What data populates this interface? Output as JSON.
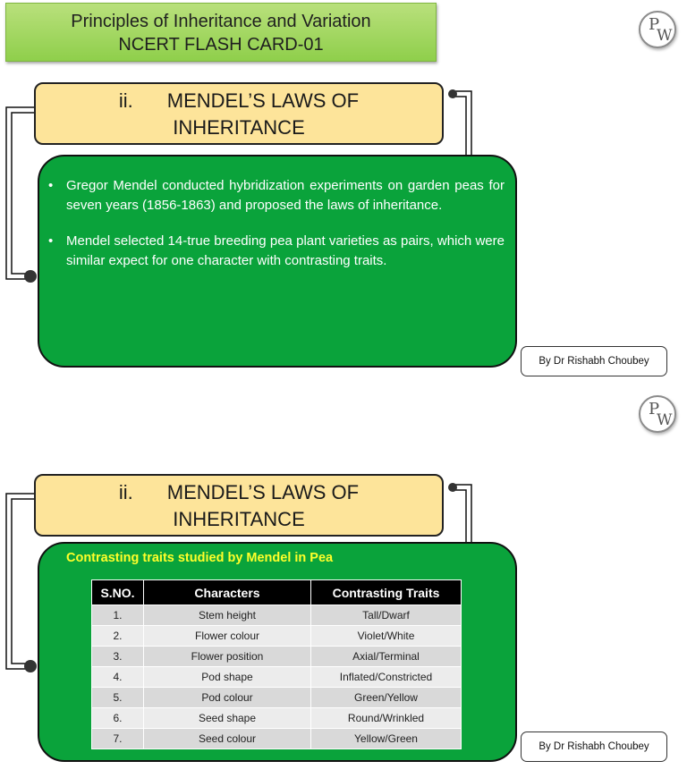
{
  "header": {
    "title_line1": "Principles of Inheritance and Variation",
    "title_line2": "NCERT FLASH CARD-01"
  },
  "logo": {
    "letter_top": "P",
    "letter_bottom": "W"
  },
  "card1": {
    "law_number": "ii.",
    "law_line1": "MENDEL’S LAWS OF",
    "law_line2": "INHERITANCE",
    "bullets": [
      "Gregor Mendel conducted hybridization experiments on garden peas for seven years (1856-1863) and proposed the laws of inheritance.",
      "Mendel selected 14-true breeding pea plant varieties as pairs, which were similar expect for one character with contrasting traits."
    ],
    "author": "By Dr Rishabh Choubey"
  },
  "card2": {
    "law_number": "ii.",
    "law_line1": "MENDEL’S LAWS OF",
    "law_line2": "INHERITANCE",
    "heading": "Contrasting traits studied by Mendel in Pea",
    "table": {
      "headers": [
        "S.NO.",
        "Characters",
        "Contrasting Traits"
      ],
      "rows": [
        [
          "1.",
          "Stem height",
          "Tall/Dwarf"
        ],
        [
          "2.",
          "Flower colour",
          "Violet/White"
        ],
        [
          "3.",
          "Flower position",
          "Axial/Terminal"
        ],
        [
          "4.",
          "Pod shape",
          "Inflated/Constricted"
        ],
        [
          "5.",
          "Pod colour",
          "Green/Yellow"
        ],
        [
          "6.",
          "Seed shape",
          "Round/Wrinkled"
        ],
        [
          "7.",
          "Seed colour",
          "Yellow/Green"
        ]
      ]
    },
    "author": "By Dr Rishabh Choubey"
  },
  "colors": {
    "card_green": "#0aa33b",
    "law_box_yellow": "#fde49a",
    "banner_green": "#8fcf4b",
    "heading_yellow": "#ffff2a",
    "table_header": "#000000"
  }
}
